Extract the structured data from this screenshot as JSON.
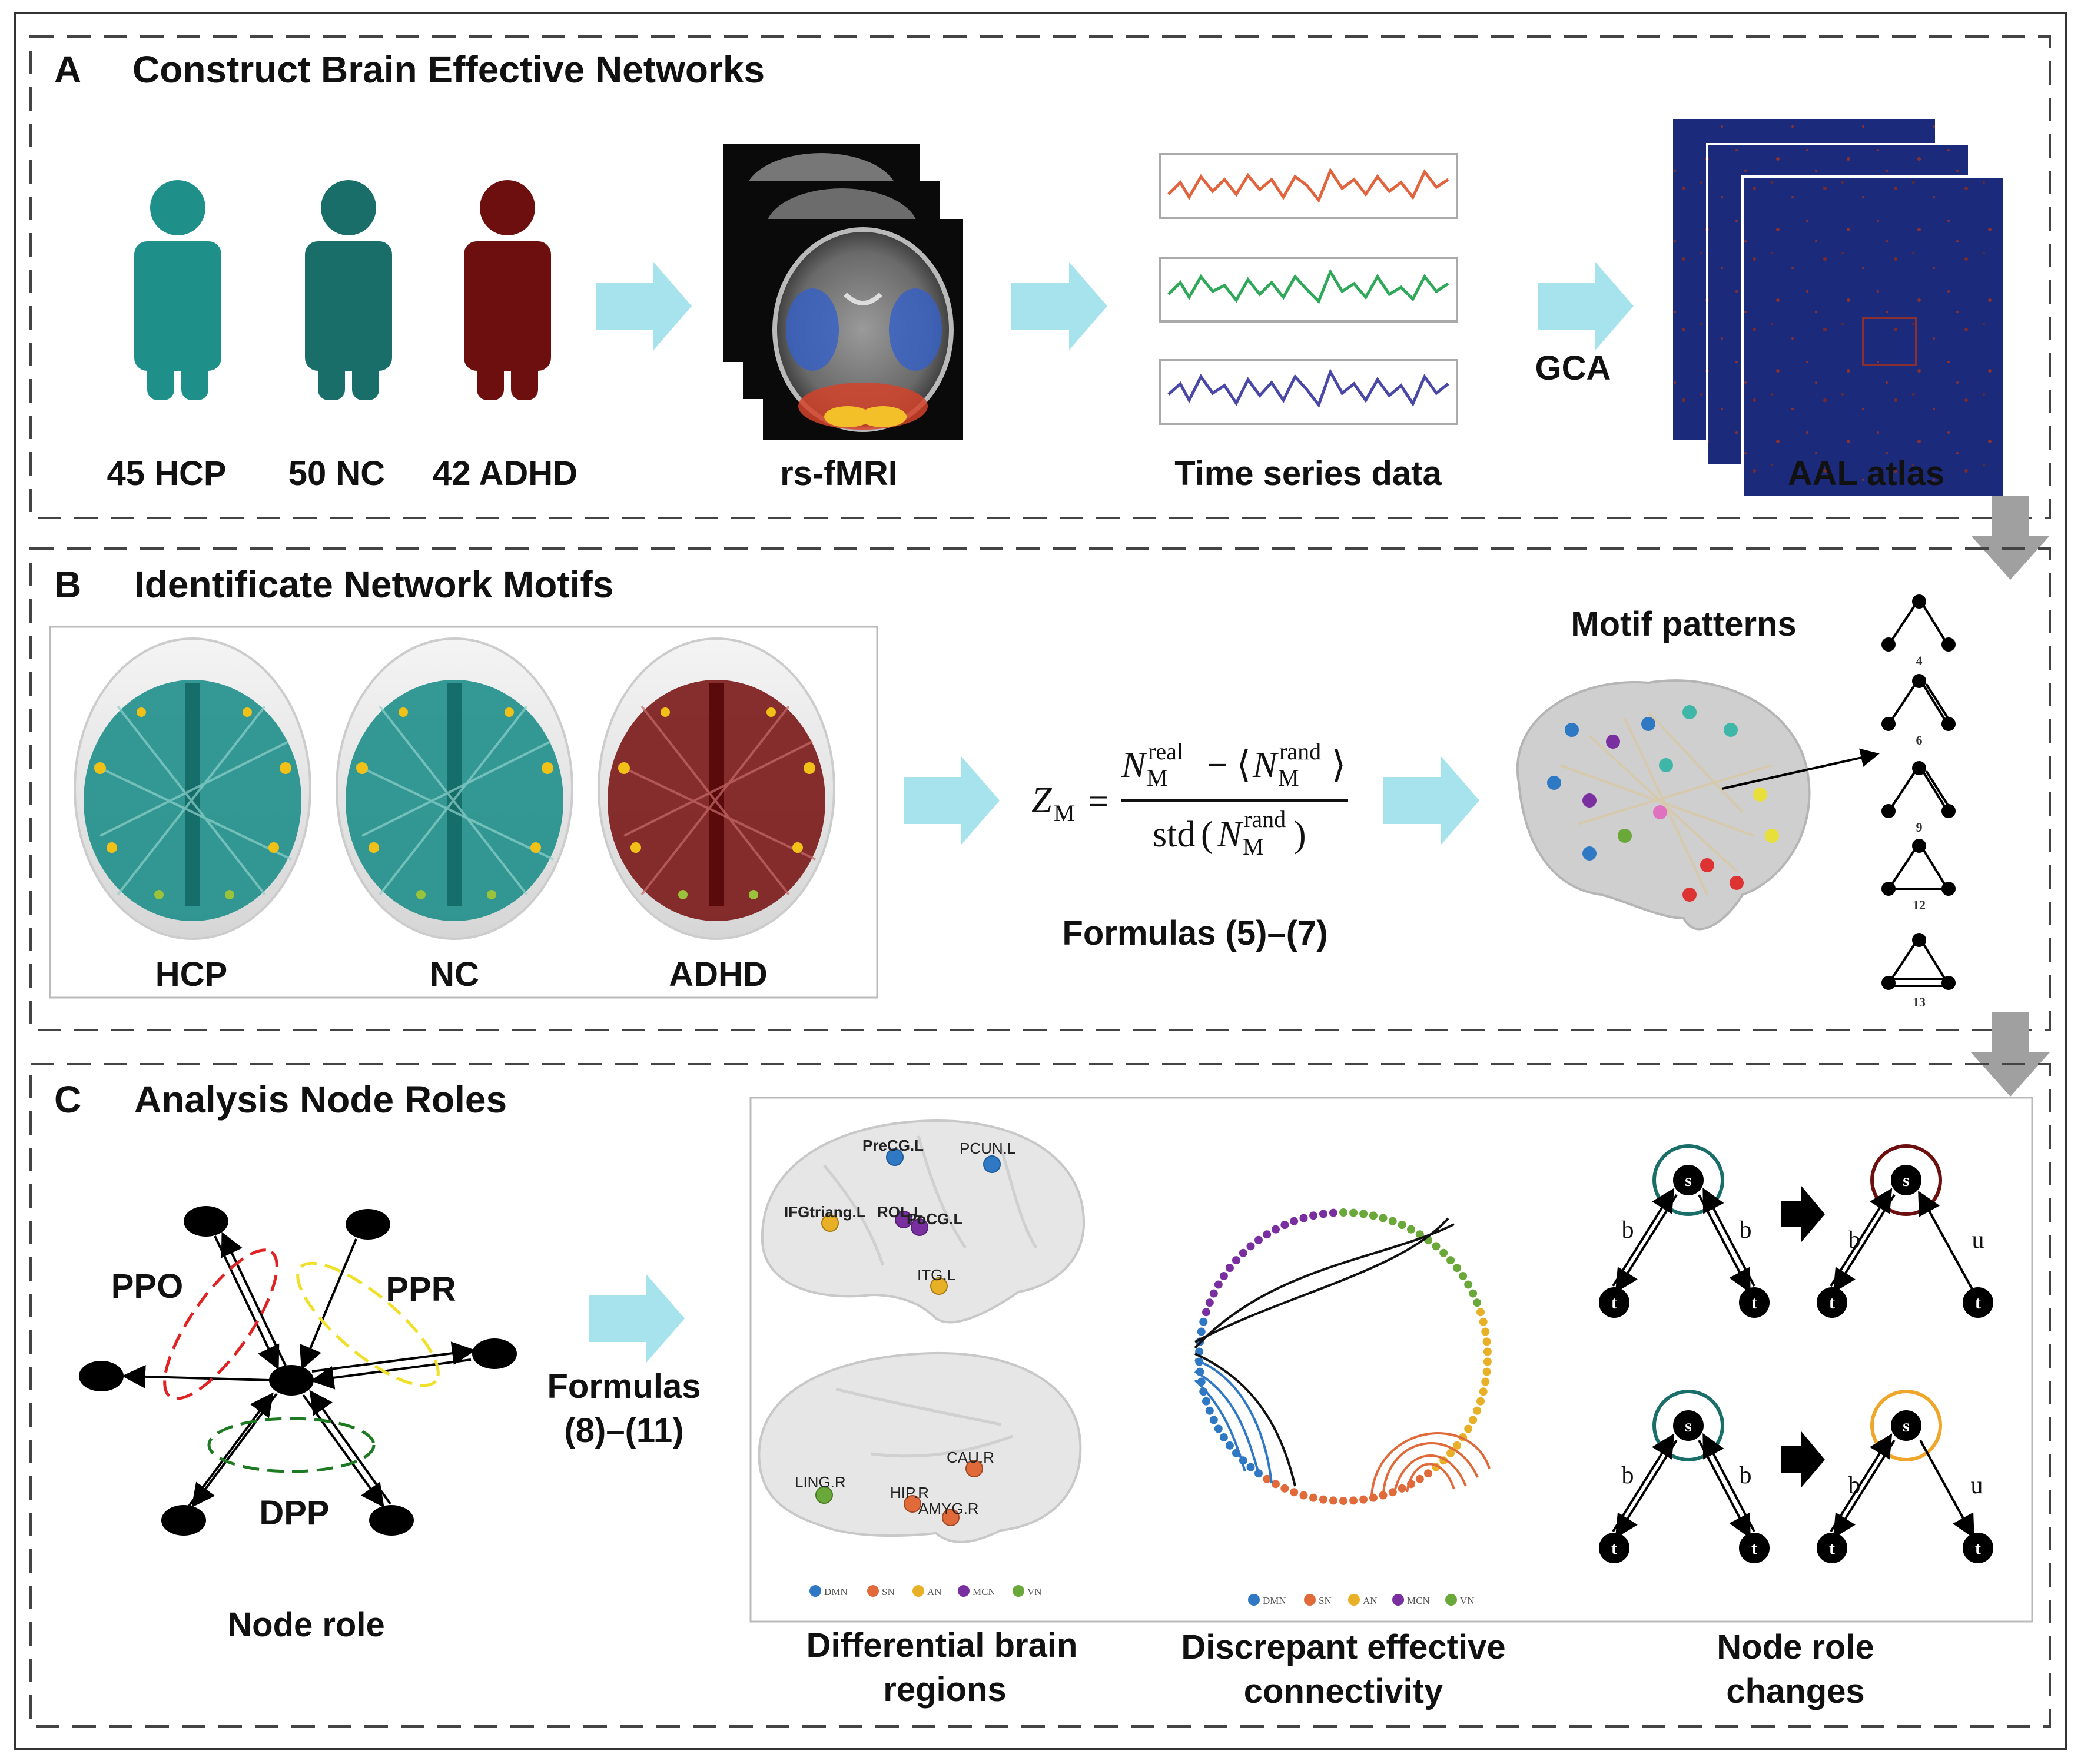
{
  "colors": {
    "teal": "#1f8f8a",
    "teal_dark": "#1a6e69",
    "maroon": "#6e0f0f",
    "arrow_cyan": "#a7e3ec",
    "arrow_gray": "#a0a0a0",
    "dmn": "#2f78c4",
    "sn": "#e06a3a",
    "an": "#e8b027",
    "mcn": "#7a2fa0",
    "vn": "#6aa83a",
    "yellow_ring": "#f0a62a"
  },
  "panel_a": {
    "letter": "A",
    "title": "Construct Brain Effective Networks",
    "groups": [
      {
        "label": "45 HCP",
        "color": "teal"
      },
      {
        "label": "50 NC",
        "color": "teal"
      },
      {
        "label": "42 ADHD",
        "color": "maroon"
      }
    ],
    "mri_label": "rs-fMRI",
    "timeseries_label": "Time series data",
    "gca_label": "GCA",
    "atlas_label": "AAL atlas"
  },
  "panel_b": {
    "letter": "B",
    "title": "Identificate Network Motifs",
    "brains": [
      "HCP",
      "NC",
      "ADHD"
    ],
    "formula_lhs": "Z",
    "formula_sub": "M",
    "formula_num_a": "N",
    "formula_sup_real": "real",
    "formula_sup_rand": "rand",
    "formula_std": "std",
    "formula_caption": "Formulas (5)–(7)",
    "motif_title": "Motif patterns",
    "motif_ids": [
      "4",
      "6",
      "9",
      "12",
      "13"
    ]
  },
  "panel_c": {
    "letter": "C",
    "title": "Analysis Node Roles",
    "role_labels": [
      "PPO",
      "PPR",
      "DPP"
    ],
    "node_role_caption": "Node role",
    "formula_caption_1": "Formulas",
    "formula_caption_2": "(8)–(11)",
    "regions_upper": [
      "PreCG.L",
      "PCUN.L",
      "IFGtriang.L",
      "ROL.L",
      "PoCG.L",
      "ITG.L"
    ],
    "regions_lower": [
      "LING.R",
      "CAU.R",
      "HIP.R",
      "AMYG.R"
    ],
    "legend": [
      "DMN",
      "SN",
      "AN",
      "MCN",
      "VN"
    ],
    "caption_regions_1": "Differential brain",
    "caption_regions_2": "regions",
    "caption_conn_1": "Discrepant effective",
    "caption_conn_2": "connectivity",
    "caption_roles_1": "Node role",
    "caption_roles_2": "changes",
    "node_s": "s",
    "node_t": "t",
    "edge_b": "b",
    "edge_u": "u"
  }
}
